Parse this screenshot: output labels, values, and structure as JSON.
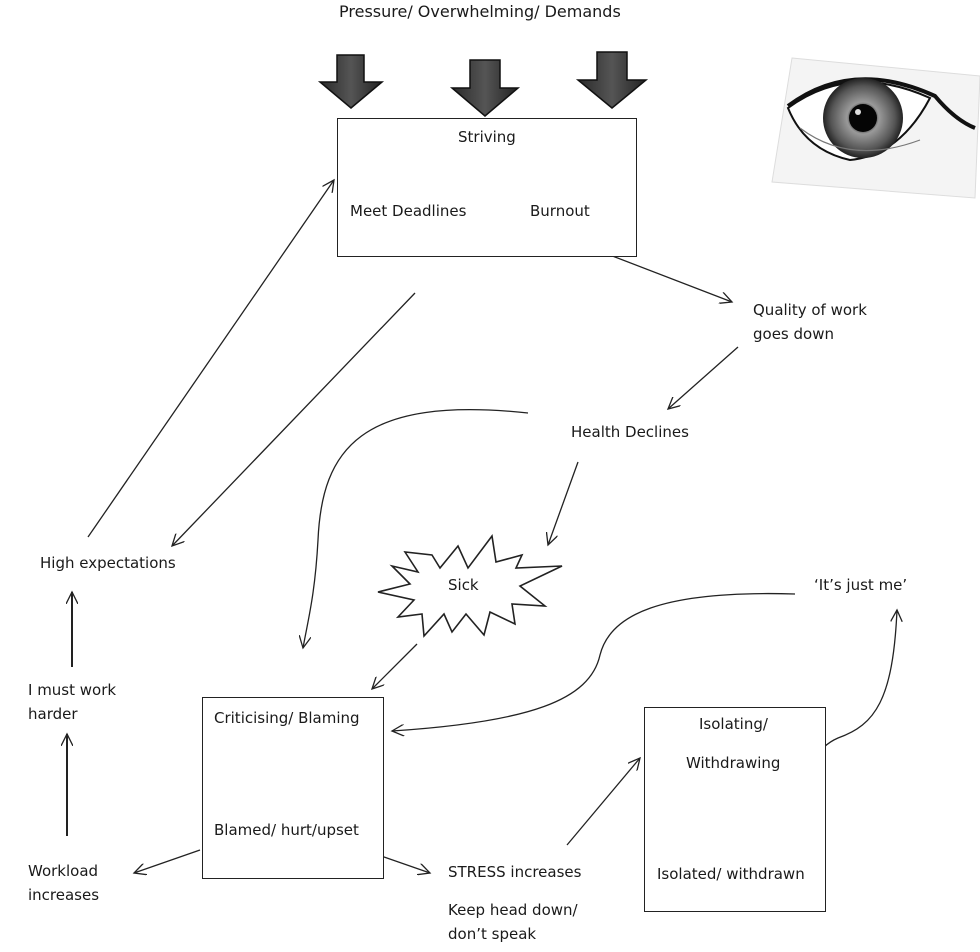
{
  "title": "Pressure/ Overwhelming/ Demands",
  "nodes": {
    "striving": "Striving",
    "meet_deadlines": "Meet Deadlines",
    "burnout": "Burnout",
    "quality": "Quality of work\ngoes down",
    "health": "Health Declines",
    "sick": "Sick",
    "its_just_me": "‘It’s just me’",
    "high_expectations": "High expectations",
    "must_work_harder": "I must work\nharder",
    "workload": "Workload\nincreases",
    "criticising": "Criticising/ Blaming",
    "blamed": "Blamed/ hurt/upset",
    "stress": "STRESS increases",
    "keep_head_down": "Keep head down/\ndon’t speak",
    "isolating": "Isolating/",
    "withdrawing": "Withdrawing",
    "isolated": "Isolated/ withdrawn"
  },
  "icons": {
    "pressure_arrows": "down-arrow-icon",
    "eye": "eye-icon",
    "sick_burst": "starburst-icon"
  }
}
